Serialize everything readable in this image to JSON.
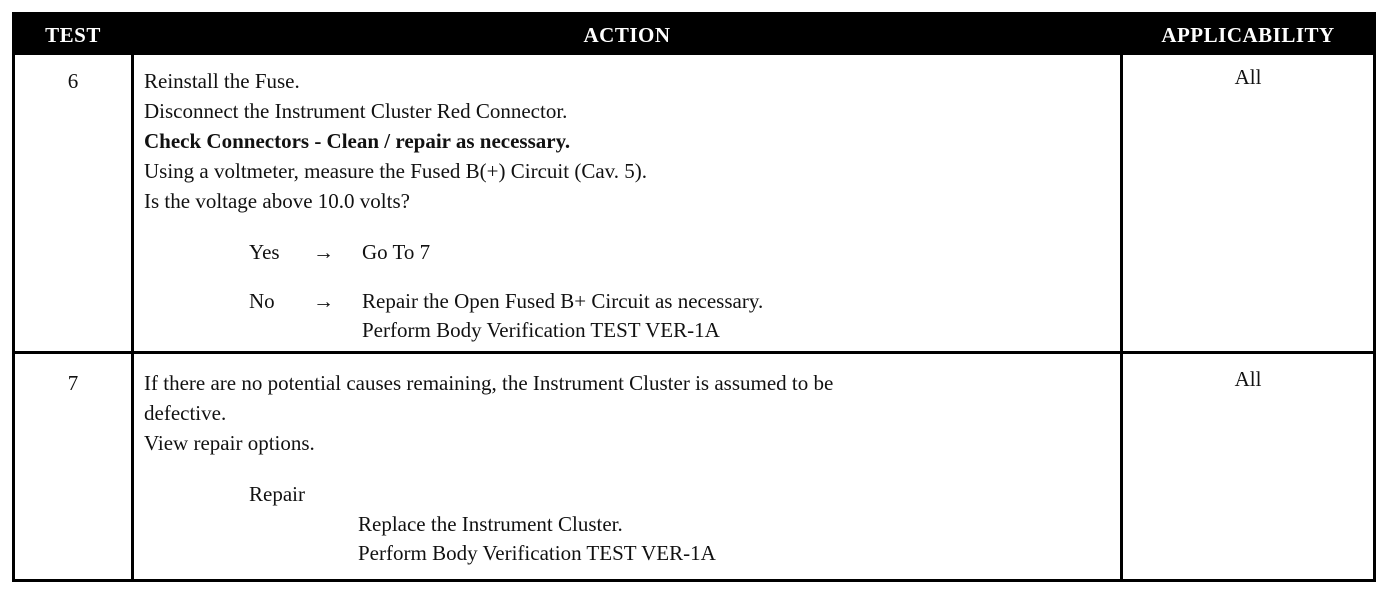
{
  "header": {
    "test": "TEST",
    "action": "ACTION",
    "applicability": "APPLICABILITY"
  },
  "rows": [
    {
      "test": "6",
      "applicability": "All",
      "lines": [
        "Reinstall the Fuse.",
        "Disconnect the Instrument Cluster Red Connector.",
        "Check Connectors - Clean / repair as necessary.",
        "Using a voltmeter, measure the Fused B(+) Circuit (Cav. 5).",
        "Is the voltage above 10.0 volts?"
      ],
      "yes_label": "Yes",
      "yes_arrow": "→",
      "yes_text": "Go To   7",
      "no_label": "No",
      "no_arrow": "→",
      "no_text_1": "Repair the Open Fused B+ Circuit as necessary.",
      "no_text_2": "Perform Body Verification TEST VER-1A"
    },
    {
      "test": "7",
      "applicability": "All",
      "lines": [
        "If there are no potential causes remaining, the Instrument Cluster is assumed to be",
        "defective.",
        "View repair options."
      ],
      "repair_label": "Repair",
      "repair_text_1": "Replace the Instrument Cluster.",
      "repair_text_2": "Perform Body Verification TEST VER-1A"
    }
  ]
}
